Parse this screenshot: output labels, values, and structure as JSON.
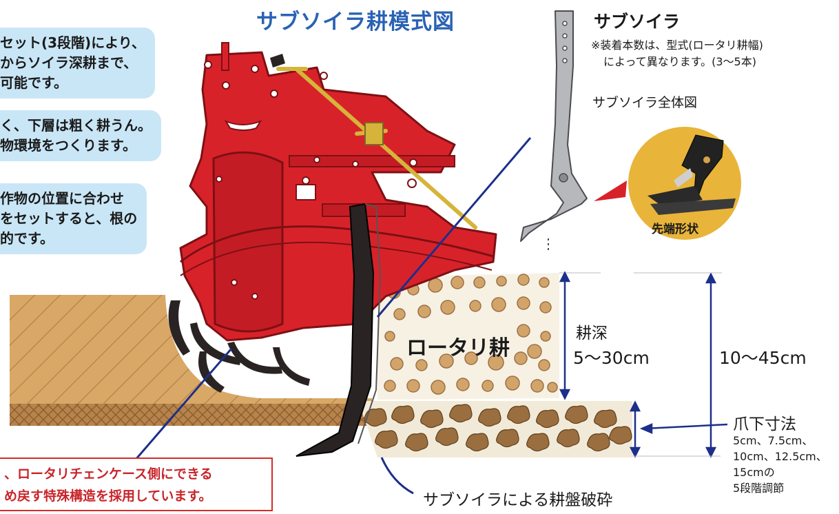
{
  "title": "サブソイラ耕模式図",
  "bubbles": [
    {
      "lines": [
        "セット(3段階)により、",
        "からソイラ深耕まで、",
        "可能です。"
      ]
    },
    {
      "lines": [
        "く、下層は粗く耕うん。",
        "物環境をつくります。"
      ]
    },
    {
      "lines": [
        "作物の位置に合わせ",
        "をセットすると、根の",
        "的です。"
      ]
    }
  ],
  "subsoiler": {
    "heading": "サブソイラ",
    "note_lines": [
      "※装着本数は、型式(ロータリ耕幅)",
      "によって異なります。(3～5本)"
    ],
    "overview_label": "サブソイラ全体図",
    "tip_label": "先端形状"
  },
  "soil": {
    "rotary_label": "ロータリ耕",
    "depth_label": "耕深",
    "depth_value": "5～30cm",
    "total_value": "10～45cm",
    "claw_heading": "爪下寸法",
    "claw_lines": [
      "5cm、7.5cm、",
      "10cm、12.5cm、",
      "15cmの",
      "5段階調節"
    ],
    "hardpan_label": "サブソイラによる耕盤破砕"
  },
  "red_note": {
    "lines": [
      "、ロータリチェンケース側にできる",
      "め戻す特殊構造を採用しています。"
    ]
  },
  "colors": {
    "title_blue": "#2a62b4",
    "machine_red": "#d8222a",
    "soil_tan": "#c79a62",
    "clod_brown": "#9a7045",
    "bubble_blue": "#c9e6f7",
    "leader_navy": "#1c2f8a"
  }
}
